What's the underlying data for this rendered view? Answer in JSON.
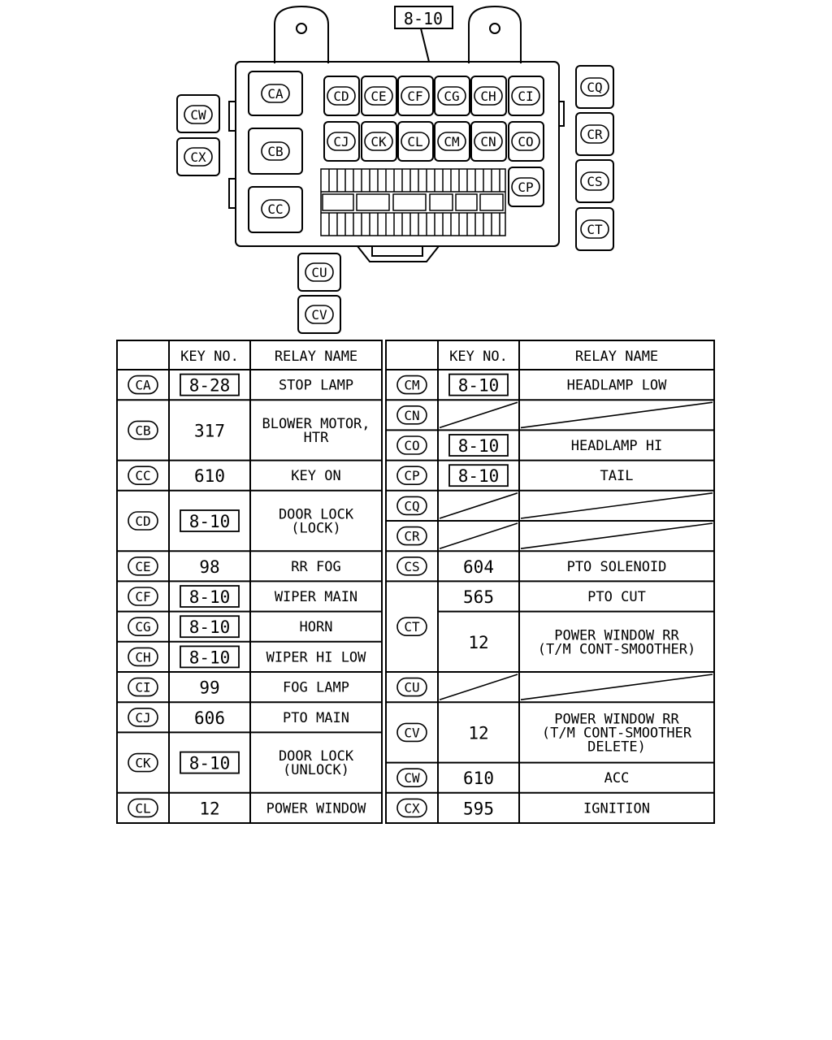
{
  "top_label": "8-10",
  "units": {
    "CA": "CA",
    "CB": "CB",
    "CC": "CC",
    "CD": "CD",
    "CE": "CE",
    "CF": "CF",
    "CG": "CG",
    "CH": "CH",
    "CI": "CI",
    "CJ": "CJ",
    "CK": "CK",
    "CL": "CL",
    "CM": "CM",
    "CN": "CN",
    "CO": "CO",
    "CP": "CP",
    "CQ": "CQ",
    "CR": "CR",
    "CS": "CS",
    "CT": "CT",
    "CU": "CU",
    "CV": "CV",
    "CW": "CW",
    "CX": "CX"
  },
  "table": {
    "headers": {
      "key": "KEY NO.",
      "relay": "RELAY NAME"
    },
    "left_rows": [
      {
        "id": "CA",
        "key": "8-28",
        "boxed": true,
        "name": [
          "STOP LAMP"
        ]
      },
      {
        "id": "CB",
        "key": "317",
        "boxed": false,
        "name": [
          "BLOWER MOTOR,",
          "HTR"
        ]
      },
      {
        "id": "CC",
        "key": "610",
        "boxed": false,
        "name": [
          "KEY ON"
        ]
      },
      {
        "id": "CD",
        "key": "8-10",
        "boxed": true,
        "name": [
          "DOOR LOCK",
          "(LOCK)"
        ]
      },
      {
        "id": "CE",
        "key": "98",
        "boxed": false,
        "name": [
          "RR FOG"
        ]
      },
      {
        "id": "CF",
        "key": "8-10",
        "boxed": true,
        "name": [
          "WIPER MAIN"
        ]
      },
      {
        "id": "CG",
        "key": "8-10",
        "boxed": true,
        "name": [
          "HORN"
        ]
      },
      {
        "id": "CH",
        "key": "8-10",
        "boxed": true,
        "name": [
          "WIPER HI LOW"
        ]
      },
      {
        "id": "CI",
        "key": "99",
        "boxed": false,
        "name": [
          "FOG LAMP"
        ]
      },
      {
        "id": "CJ",
        "key": "606",
        "boxed": false,
        "name": [
          "PTO MAIN"
        ]
      },
      {
        "id": "CK",
        "key": "8-10",
        "boxed": true,
        "name": [
          "DOOR LOCK",
          "(UNLOCK)"
        ]
      },
      {
        "id": "CL",
        "key": "12",
        "boxed": false,
        "name": [
          "POWER WINDOW"
        ]
      }
    ],
    "right_rows": [
      {
        "id": "CM",
        "key": "8-10",
        "boxed": true,
        "name": [
          "HEADLAMP LOW"
        ]
      },
      {
        "id": "CN",
        "key": "",
        "boxed": false,
        "name": []
      },
      {
        "id": "CO",
        "key": "8-10",
        "boxed": true,
        "name": [
          "HEADLAMP HI"
        ]
      },
      {
        "id": "CP",
        "key": "8-10",
        "boxed": true,
        "name": [
          "TAIL"
        ]
      },
      {
        "id": "CQ",
        "key": "",
        "boxed": false,
        "name": []
      },
      {
        "id": "CR",
        "key": "",
        "boxed": false,
        "name": []
      },
      {
        "id": "CS",
        "key": "604",
        "boxed": false,
        "name": [
          "PTO SOLENOID"
        ]
      },
      {
        "id": "CT",
        "key": "565",
        "boxed": false,
        "name": [
          "PTO CUT"
        ]
      },
      {
        "id": "CT",
        "key": "12",
        "boxed": false,
        "name": [
          "POWER WINDOW RR",
          "(T/M CONT-SMOOTHER)"
        ]
      },
      {
        "id": "CU",
        "key": "",
        "boxed": false,
        "name": []
      },
      {
        "id": "CV",
        "key": "12",
        "boxed": false,
        "name": [
          "POWER WINDOW RR",
          "(T/M CONT-SMOOTHER",
          "DELETE)"
        ]
      },
      {
        "id": "CW",
        "key": "610",
        "boxed": false,
        "name": [
          "ACC"
        ]
      },
      {
        "id": "CX",
        "key": "595",
        "boxed": false,
        "name": [
          "IGNITION"
        ]
      }
    ]
  }
}
